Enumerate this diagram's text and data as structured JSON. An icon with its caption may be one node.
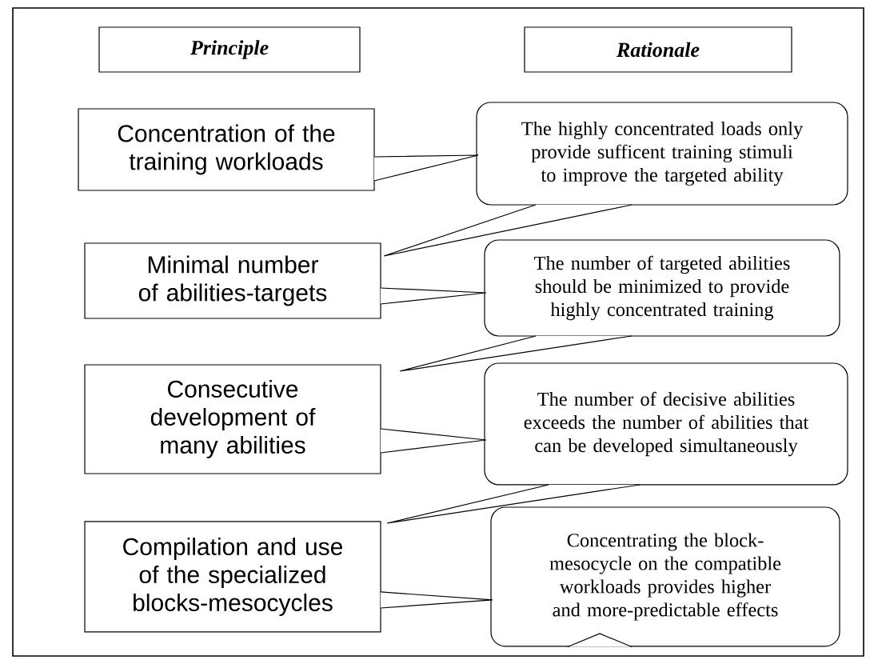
{
  "diagram": {
    "nodes": [
      {
        "text": [
          "Principle"
        ]
      },
      {
        "text": [
          "Rationale"
        ]
      },
      {
        "text": [
          "Concentration of the training workloads"
        ]
      },
      {
        "text": [
          "The highly concentrated loads only provide sufficent training stimuli to improve the targeted ability"
        ]
      },
      {
        "text": [
          "Minimal number of abilities-targets"
        ]
      },
      {
        "text": [
          "The number of targeted abilities should be minimized to provide highly concentrated training"
        ]
      },
      {
        "text": [
          "Consecutive development of many abilities"
        ]
      },
      {
        "text": [
          "The number of decisive abilities exceeds the number of abilities that can be developed simultaneously"
        ]
      },
      {
        "text": [
          "Compilation and use of the specialized blocks-mesocycles"
        ]
      },
      {
        "text": [
          "Concentrating the block-mesocycle on the compatible workloads provides higher and more-predictable effects"
        ]
      }
    ],
    "edges": [
      {
        "from": 2,
        "to": 3,
        "arrow": "none"
      },
      {
        "from": 3,
        "to": 4,
        "arrow": "none"
      },
      {
        "from": 4,
        "to": 5,
        "arrow": "none"
      },
      {
        "from": 5,
        "to": 6,
        "arrow": "none"
      },
      {
        "from": 6,
        "to": 7,
        "arrow": "none"
      },
      {
        "from": 7,
        "to": 8,
        "arrow": "none"
      },
      {
        "from": 8,
        "to": 9,
        "arrow": "none"
      }
    ]
  }
}
